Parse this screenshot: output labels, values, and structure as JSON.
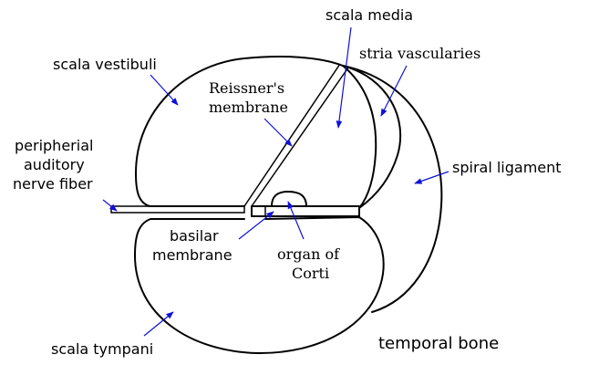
{
  "labels": {
    "scala_media": "scala media",
    "stria_vascularies": "stria vascularies",
    "scala_vestibuli": "scala vestibuli",
    "reissners_membrane_1": "Reissner's",
    "reissners_membrane_2": "membrane",
    "peripheral_nerve_1": "peripherial",
    "peripheral_nerve_2": "auditory",
    "peripheral_nerve_3": "nerve fiber",
    "spiral_ligament": "spiral ligament",
    "basilar_membrane_1": "basilar",
    "basilar_membrane_2": "membrane",
    "organ_of_corti_1": "organ of",
    "organ_of_corti_2": "Corti",
    "scala_tympani": "scala tympani",
    "temporal_bone": "temporal bone"
  },
  "colors": {
    "arrow": "#1010d8",
    "outline": "#000000",
    "background": "#ffffff"
  }
}
